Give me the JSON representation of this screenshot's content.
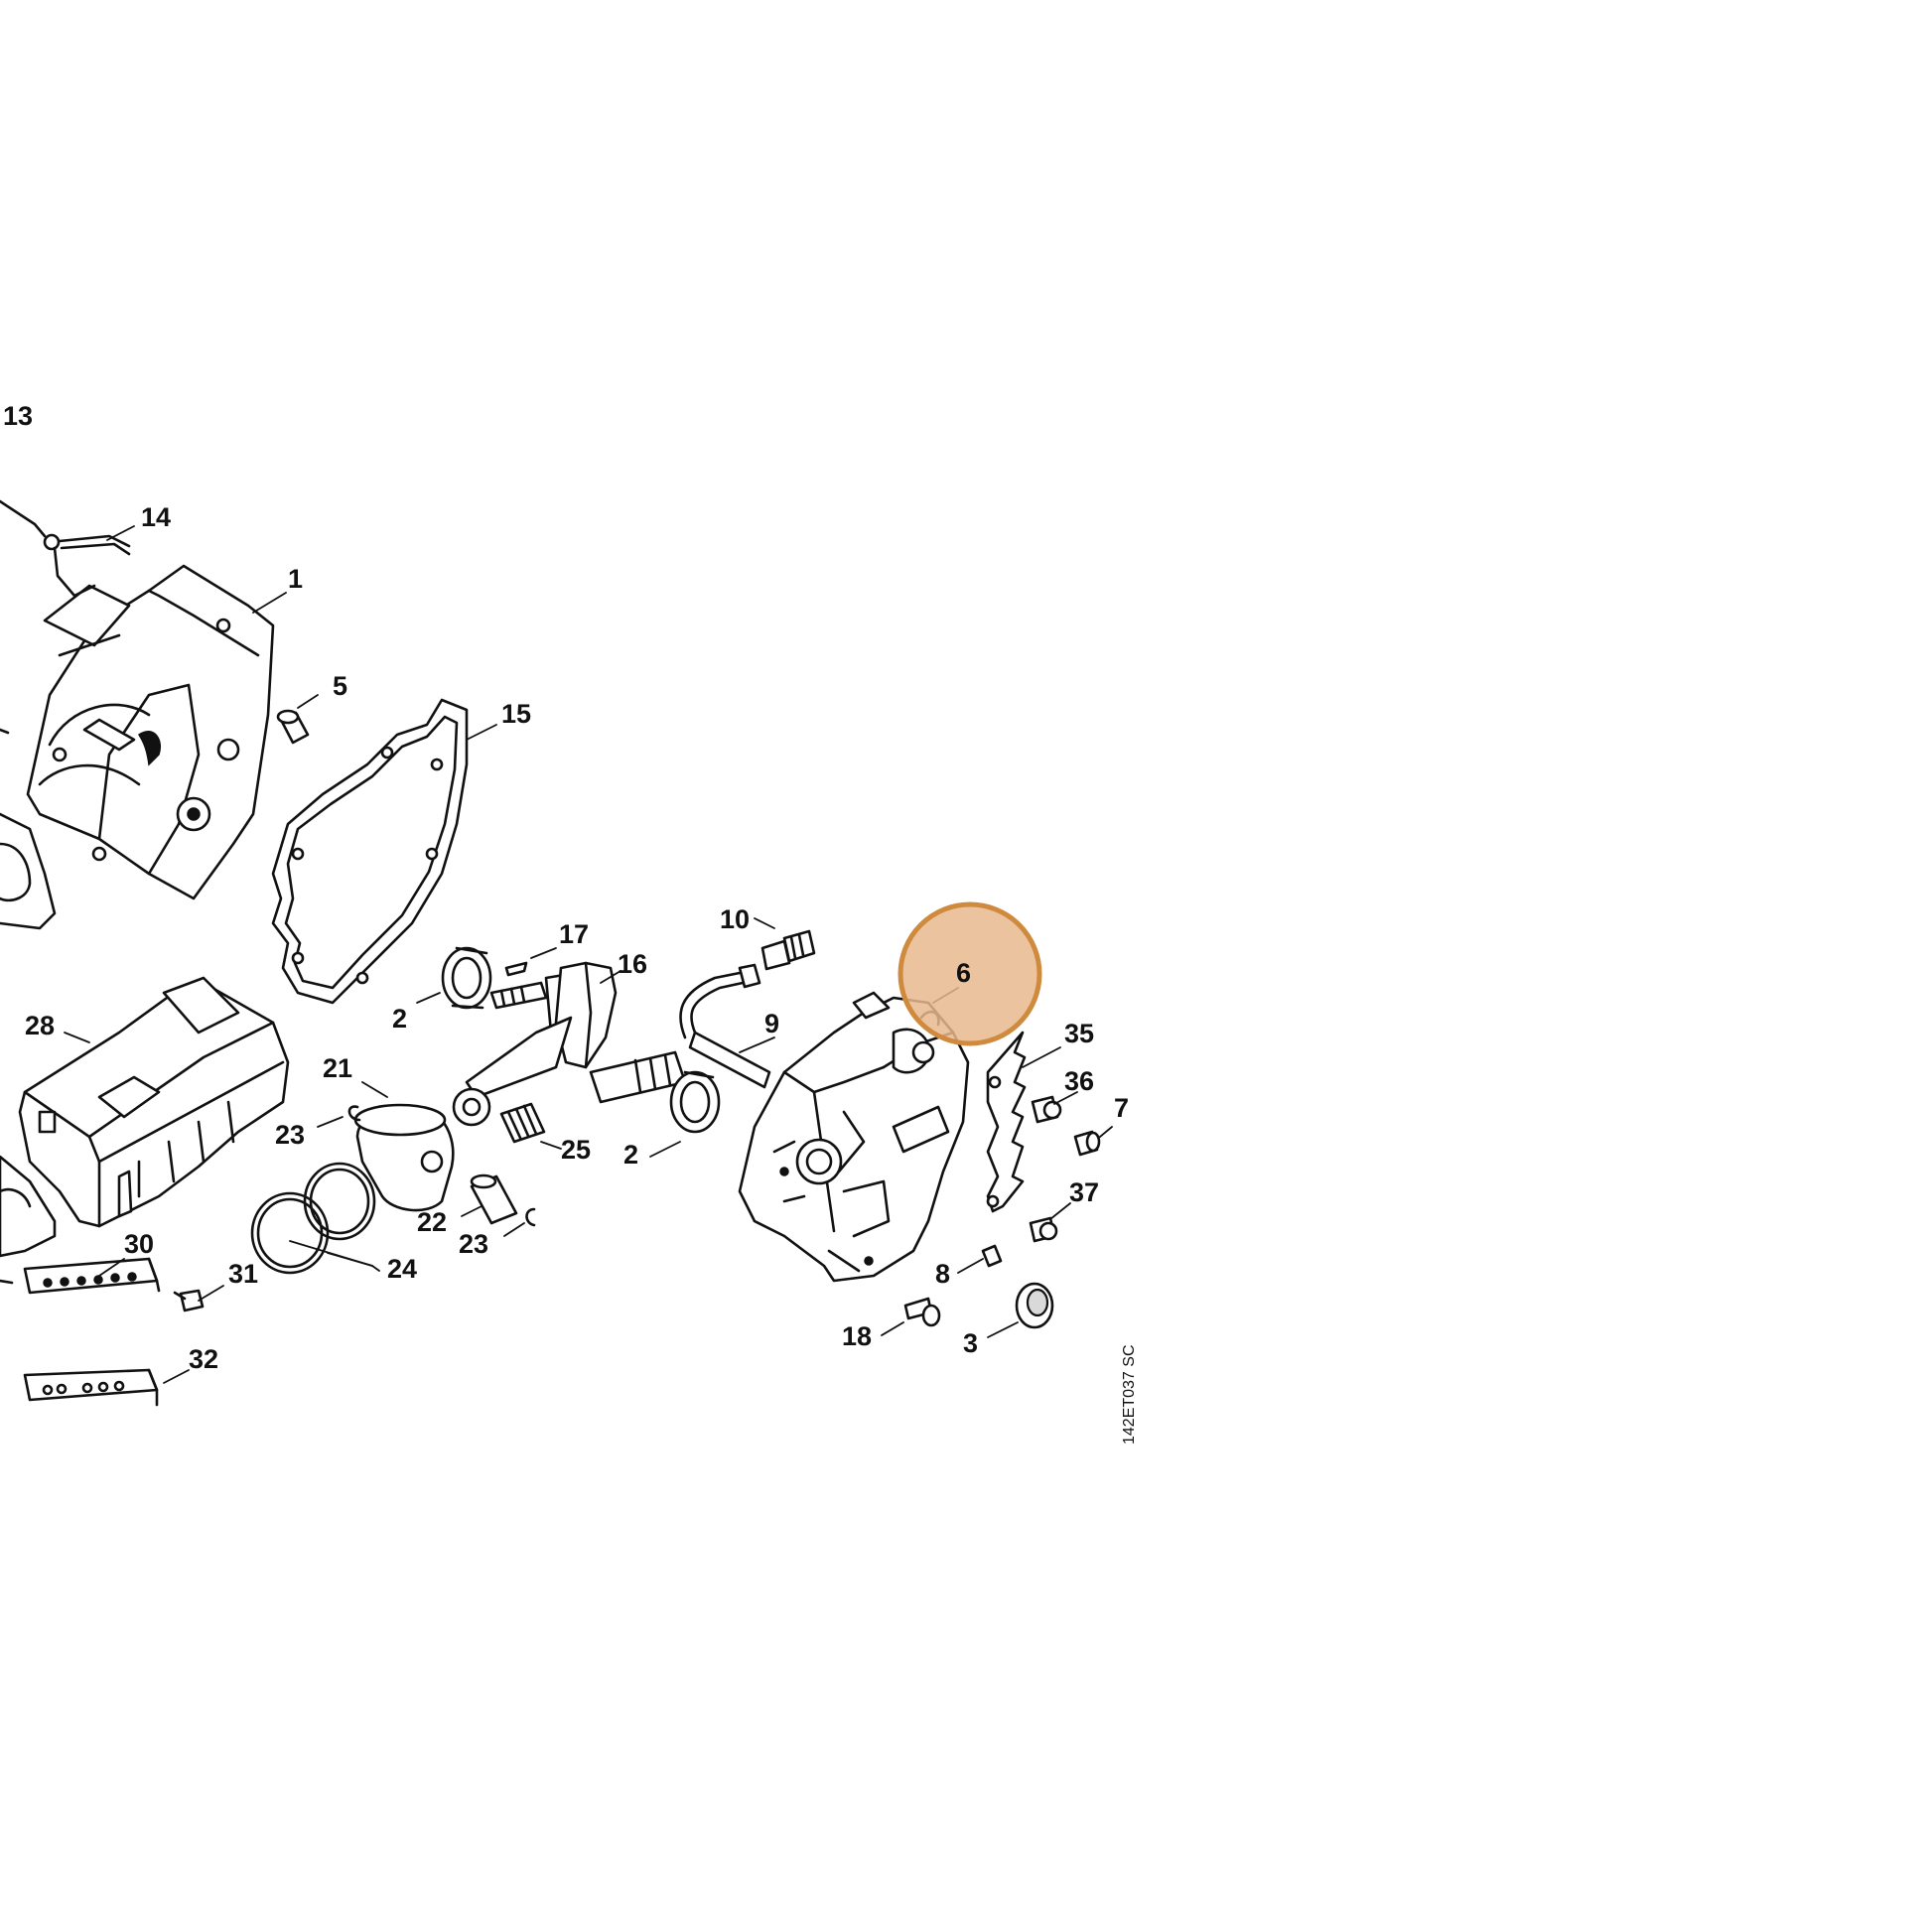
{
  "diagram": {
    "reference_code": "142ET037 SC",
    "highlight_color": "#e9b98e",
    "highlight_stroke": "#cf8a3e",
    "highlighted_label": "6",
    "labels": {
      "l13": "13",
      "l14": "14",
      "l1": "1",
      "l5": "5",
      "l15": "15",
      "l10": "10",
      "l17": "17",
      "l16": "16",
      "l6": "6",
      "l35": "35",
      "l36": "36",
      "l7": "7",
      "l28": "28",
      "l2a": "2",
      "l9": "9",
      "l21": "21",
      "l23a": "23",
      "l25": "25",
      "l2b": "2",
      "l37": "37",
      "l22": "22",
      "l23b": "23",
      "l30": "30",
      "l31": "31",
      "l24": "24",
      "l8": "8",
      "l18": "18",
      "l3": "3",
      "l32": "32"
    }
  }
}
